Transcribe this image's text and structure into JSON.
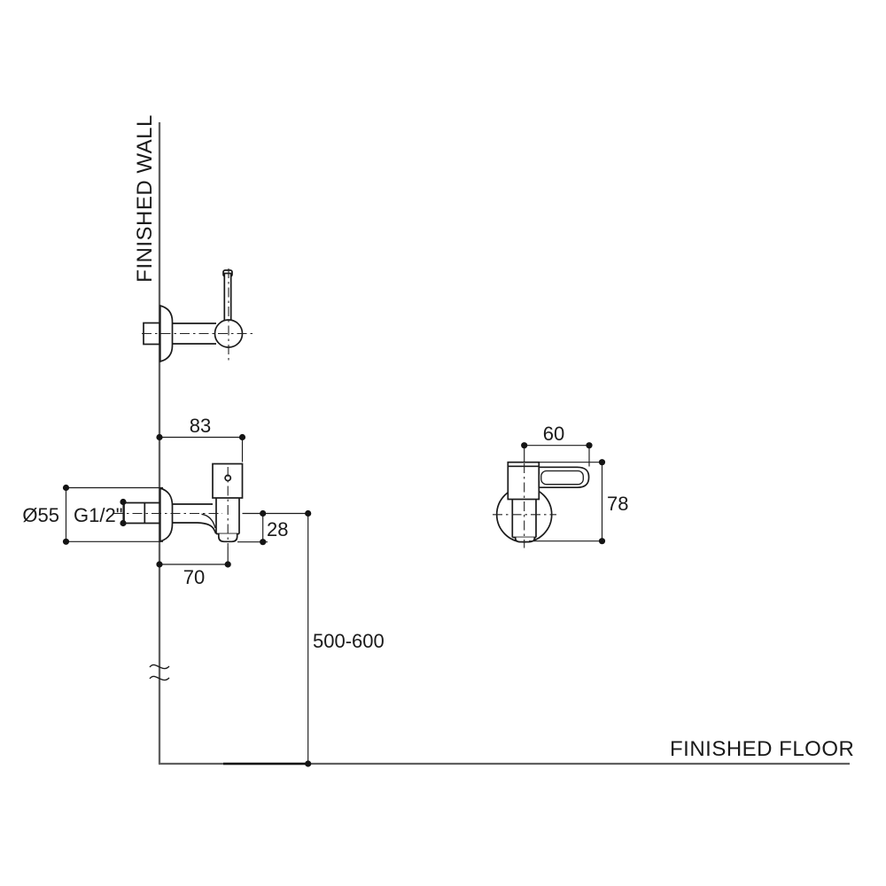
{
  "labels": {
    "finished_wall": "FINISHED WALL",
    "finished_floor": "FINISHED FLOOR"
  },
  "dimensions": {
    "wall_to_body": "83",
    "flange_diameter": "Ø55",
    "inlet_thread": "G1/2\"",
    "spout_drop": "28",
    "wall_to_spout_center": "70",
    "floor_to_spout": "500-600",
    "handle_length": "60",
    "body_height": "78"
  },
  "colors": {
    "drawing_line": "#1a1a1a",
    "reference_line": "#5f5f5f",
    "background": "#ffffff"
  }
}
